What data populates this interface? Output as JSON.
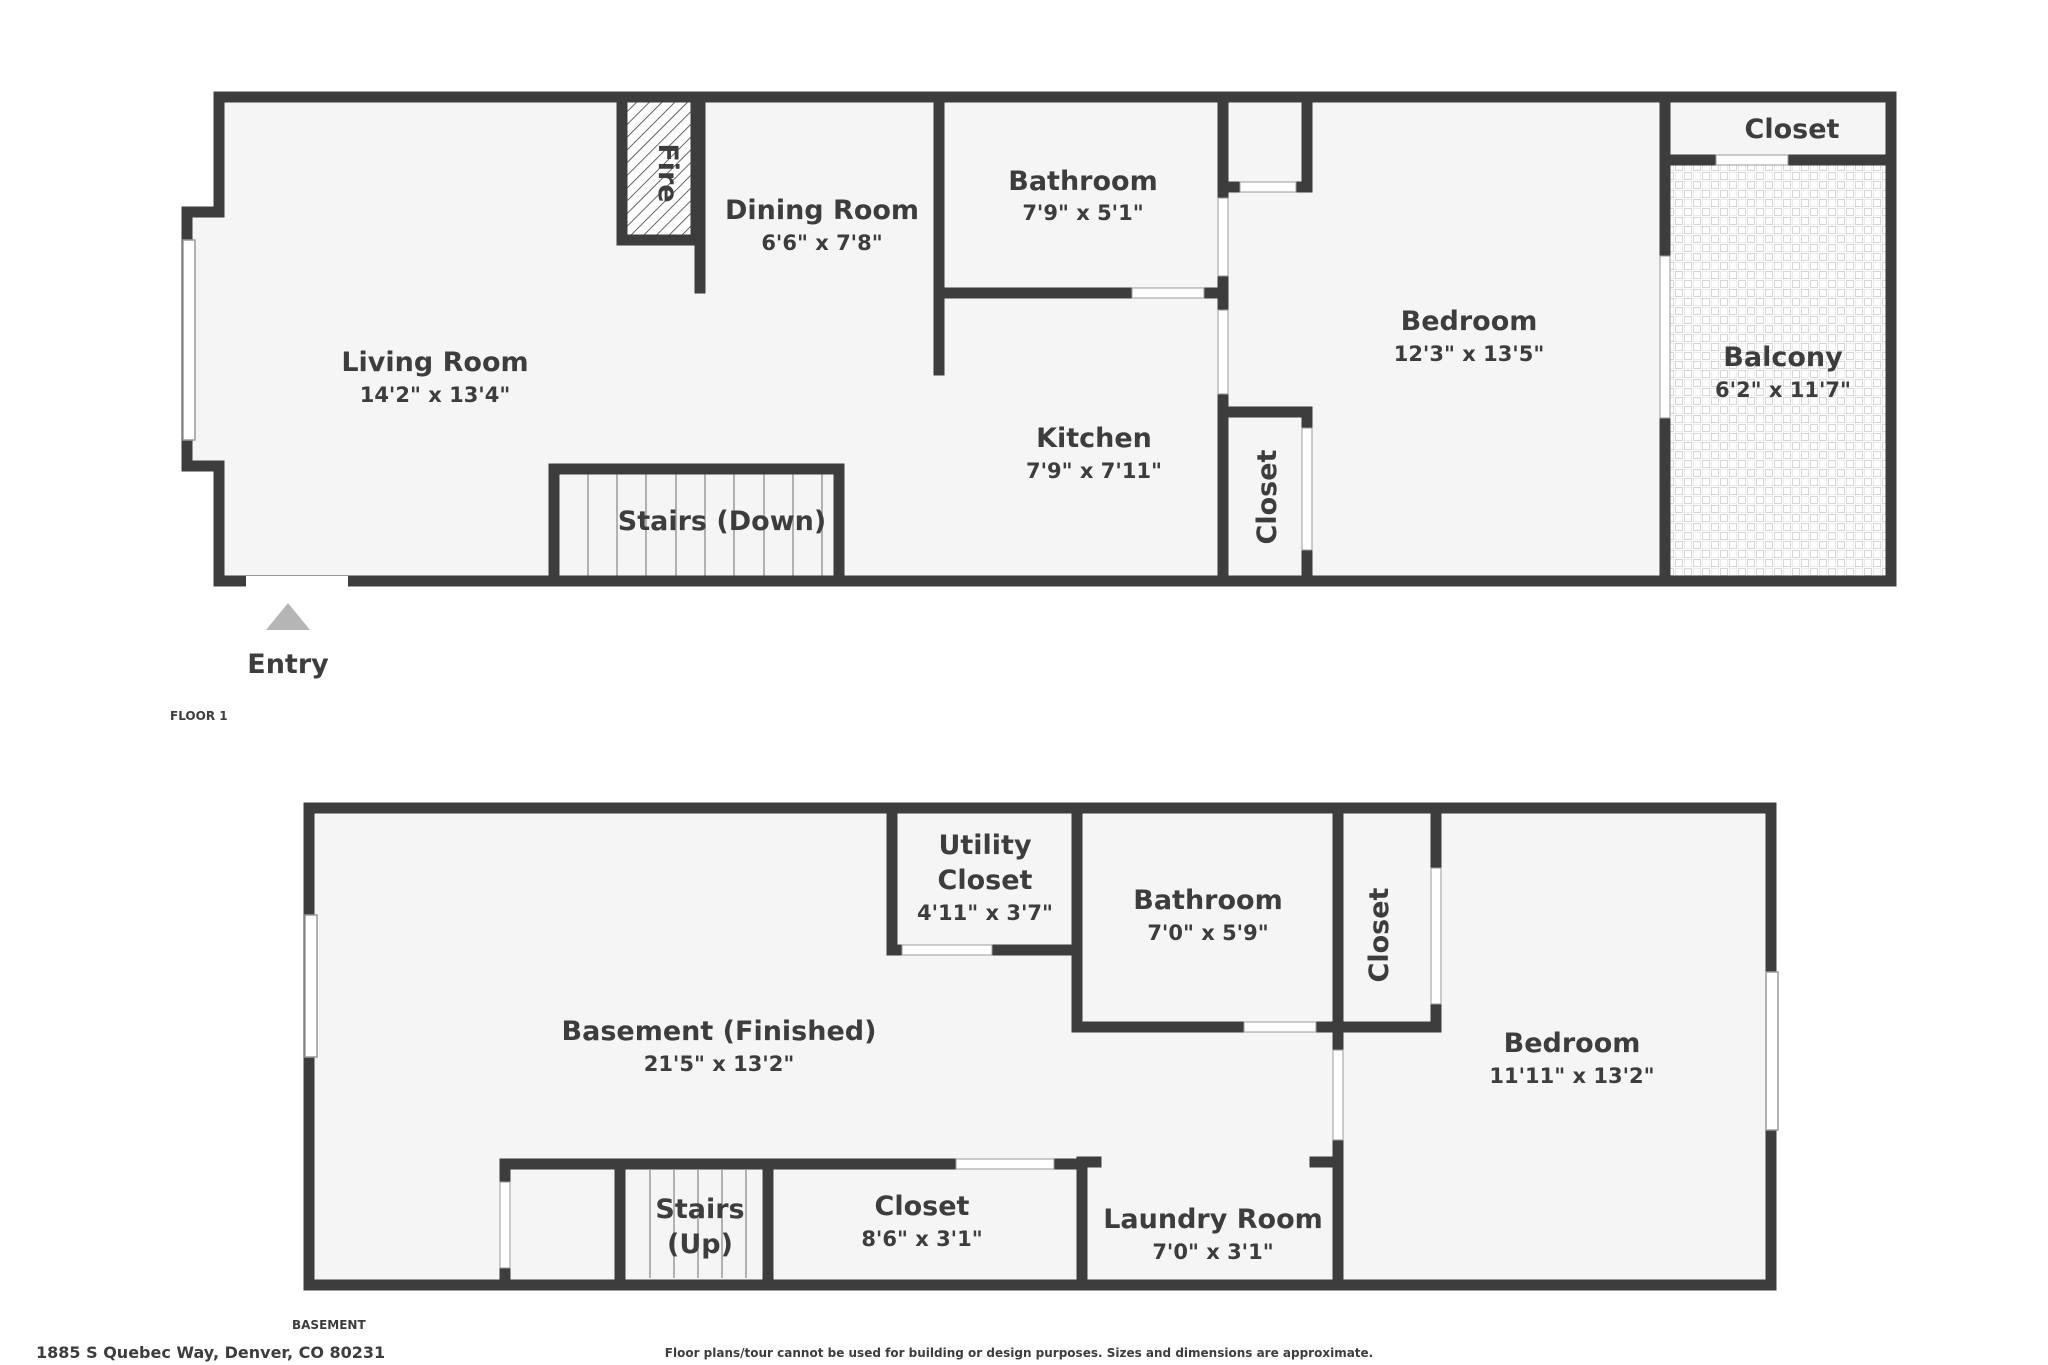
{
  "floor1": {
    "label": "FLOOR 1",
    "entry": "Entry",
    "rooms": {
      "living": {
        "name": "Living Room",
        "dims": "14'2\" x 13'4\""
      },
      "fire": {
        "name": "Fire"
      },
      "dining": {
        "name": "Dining Room",
        "dims": "6'6\" x 7'8\""
      },
      "bath": {
        "name": "Bathroom",
        "dims": "7'9\" x 5'1\""
      },
      "kitchen": {
        "name": "Kitchen",
        "dims": "7'9\" x 7'11\""
      },
      "stairs": {
        "name": "Stairs (Down)"
      },
      "closet_v": {
        "name": "Closet"
      },
      "bedroom": {
        "name": "Bedroom",
        "dims": "12'3\" x 13'5\""
      },
      "closet_top": {
        "name": "Closet"
      },
      "balcony": {
        "name": "Balcony",
        "dims": "6'2\" x 11'7\""
      }
    }
  },
  "basement": {
    "label": "BASEMENT",
    "rooms": {
      "main": {
        "name": "Basement (Finished)",
        "dims": "21'5\" x 13'2\""
      },
      "utility": {
        "name1": "Utility",
        "name2": "Closet",
        "dims": "4'11\" x 3'7\""
      },
      "bath": {
        "name": "Bathroom",
        "dims": "7'0\" x 5'9\""
      },
      "closet_v": {
        "name": "Closet"
      },
      "bedroom": {
        "name": "Bedroom",
        "dims": "11'11\" x 13'2\""
      },
      "stairs": {
        "name1": "Stairs",
        "name2": "(Up)"
      },
      "closet": {
        "name": "Closet",
        "dims": "8'6\" x 3'1\""
      },
      "laundry": {
        "name": "Laundry Room",
        "dims": "7'0\" x 3'1\""
      }
    }
  },
  "footer": {
    "address": "1885 S Quebec Way, Denver, CO 80231",
    "disclaimer": "Floor plans/tour cannot be used for building or design purposes. Sizes and dimensions are approximate."
  },
  "colors": {
    "wall": "#3d3d3d",
    "floor": "#f5f5f5",
    "window": "#ffffff"
  }
}
